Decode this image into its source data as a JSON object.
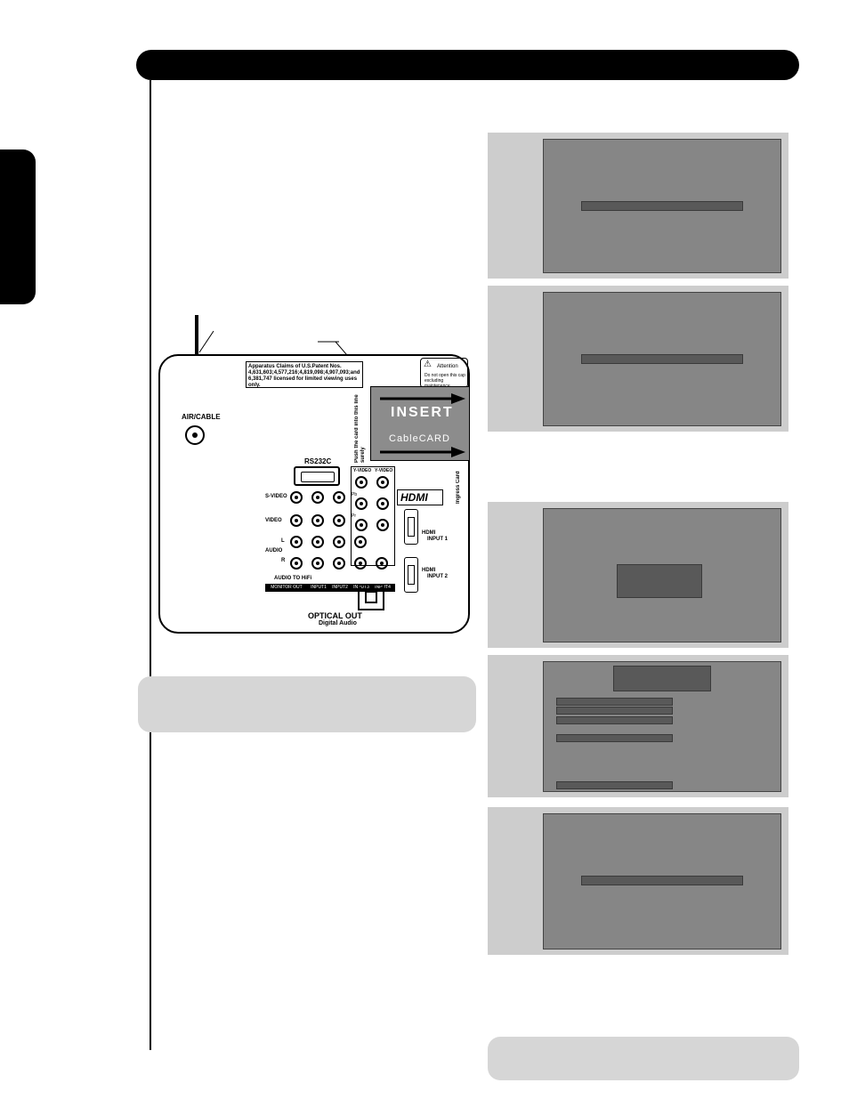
{
  "panel": {
    "air_cable": "AIR/CABLE",
    "patent_notice": "Apparatus Claims of U.S.Patent Nos. 4,631,603;4,577,216;4,819,098;4,907,093;and 6,381,747 licensed for limited viewing uses only.",
    "attention": "Attention",
    "attention_note": "Do not open this cap excluding maintenance.",
    "push_card": "Push the card into this line surely",
    "insert_text": "INSERT",
    "cablecard_text": "CableCARD",
    "vertical_right": "Ingress Card",
    "rs232c": "RS232C",
    "s_video": "S-VIDEO",
    "video": "VIDEO",
    "audio": "AUDIO",
    "audio_l": "L",
    "audio_r": "R",
    "audio_to_hifi": "AUDIO TO HiFi",
    "y_video_1": "Y-VIDEO",
    "y_video_2": "Y-VIDEO",
    "pb": "Pb",
    "pr": "Pr",
    "hdmi_logo": "HDMI",
    "hdmi_input_1_a": "HDMI",
    "hdmi_input_1_b": "INPUT 1",
    "hdmi_input_2_a": "HDMI",
    "hdmi_input_2_b": "INPUT 2",
    "monitor_out": "MONITOR OUT",
    "input1": "INPUT1",
    "input2": "INPUT2",
    "input3": "INPUT3",
    "input4": "INPUT4",
    "optical_out": "OPTICAL OUT",
    "digital_audio": "Digital Audio"
  }
}
